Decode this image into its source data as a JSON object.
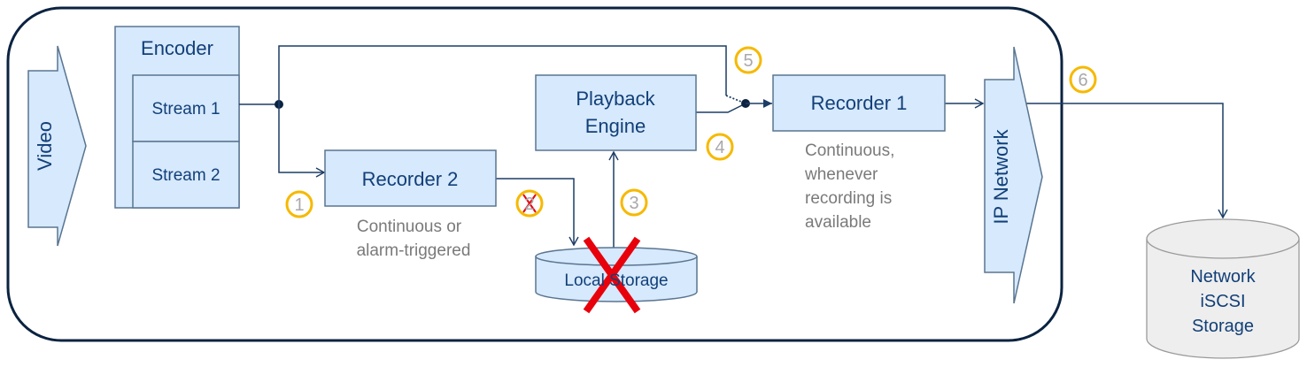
{
  "nodes": {
    "video": "Video",
    "encoder": "Encoder",
    "stream1": "Stream 1",
    "stream2": "Stream 2",
    "recorder2": "Recorder 2",
    "recorder2_note": [
      "Continuous or",
      "alarm-triggered"
    ],
    "playback": [
      "Playback",
      "Engine"
    ],
    "local_storage": "Local Storage",
    "recorder1": "Recorder 1",
    "recorder1_note": [
      "Continuous,",
      "whenever",
      "recording is",
      "available"
    ],
    "ip_network": "IP Network",
    "network_storage": [
      "Network",
      "iSCSI",
      "Storage"
    ]
  },
  "steps": [
    "1",
    "2",
    "3",
    "4",
    "5",
    "6"
  ],
  "crossed_out": [
    "Local Storage",
    "2"
  ],
  "colors": {
    "box_fill": "#d6e9fd",
    "text": "#123f78",
    "border": "#0b2340",
    "step_ring": "#f6b900",
    "cross": "#e8000b",
    "network_storage_fill": "#eeeeee"
  }
}
